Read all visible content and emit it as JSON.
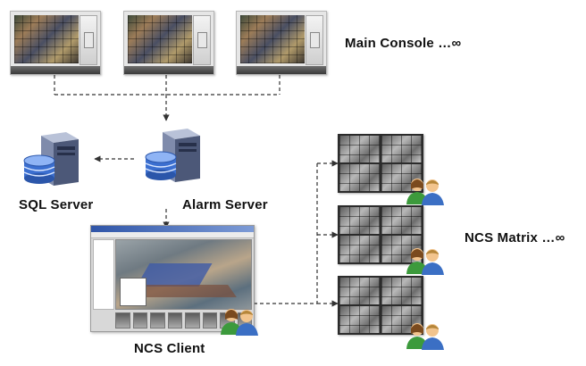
{
  "labels": {
    "main_console": "Main Console …∞",
    "sql_server": "SQL Server",
    "alarm_server": "Alarm Server",
    "ncs_client": "NCS Client",
    "ncs_matrix": "NCS Matrix …∞"
  },
  "colors": {
    "connector": "#333333",
    "server_body": "#6a7694",
    "database": "#3b6fd0",
    "label": "#111111"
  },
  "icons": [
    "monitor-icon",
    "server-icon",
    "database-icon",
    "users-icon"
  ]
}
